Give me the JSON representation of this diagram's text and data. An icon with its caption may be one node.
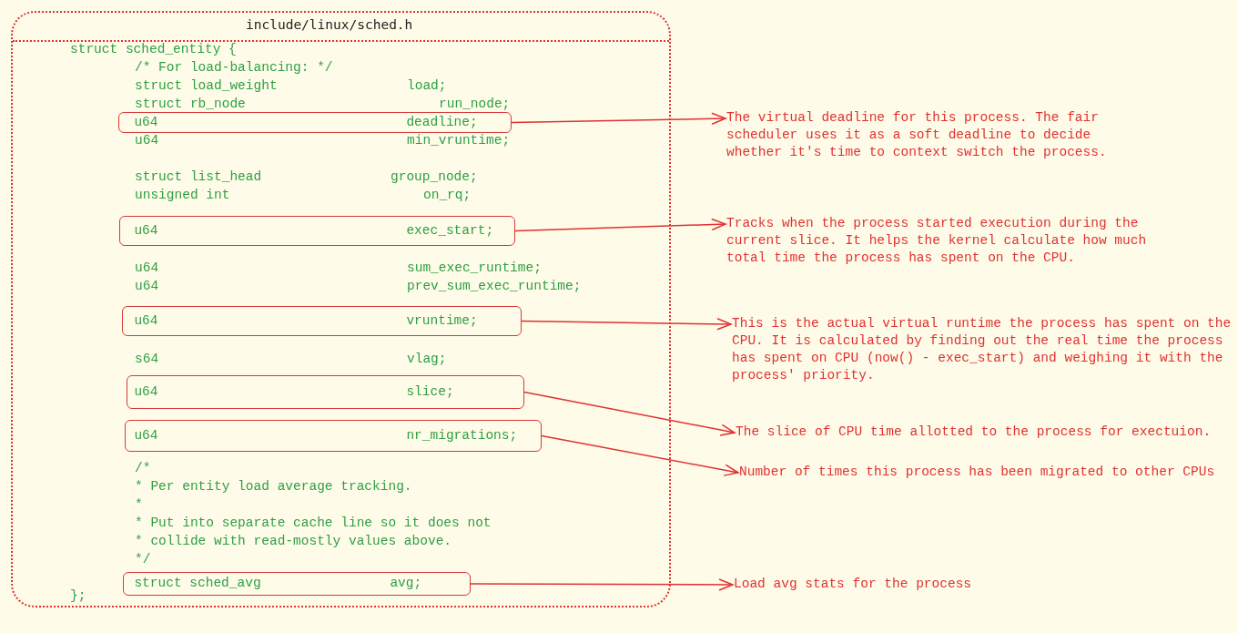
{
  "diagram": {
    "nodes": [
      {
        "text": [
          "include/linux/sched.h"
        ]
      },
      {
        "text": [
          "u64",
          "deadline;"
        ],
        "in": 0
      },
      {
        "text": [
          "u64",
          "exec_start;"
        ],
        "in": 0
      },
      {
        "text": [
          "u64",
          "vruntime;"
        ],
        "in": 0
      },
      {
        "text": [
          "u64",
          "slice;"
        ],
        "in": 0
      },
      {
        "text": [
          "u64",
          "nr_migrations;"
        ],
        "in": 0
      },
      {
        "text": [
          "struct sched_avg",
          "avg;"
        ],
        "in": 0
      },
      {
        "text": [
          "The virtual deadline for this process. The fair scheduler uses it as a soft deadline to decide whether it's time to context switch the process."
        ]
      },
      {
        "text": [
          "Tracks when the process started execution during the current slice. It helps the kernel calculate how much total time the process has spent on the CPU."
        ]
      },
      {
        "text": [
          "This is the actual virtual runtime the process has spent on the CPU. It is calculated by finding out the real time the process has spent on CPU (now() - exec_start) and weighing it with the process' priority."
        ]
      },
      {
        "text": [
          "The slice of CPU time allotted to the process for exectuion."
        ]
      },
      {
        "text": [
          "Number of times this process has been migrated to other CPUs"
        ]
      },
      {
        "text": [
          "Load avg stats for the process"
        ]
      }
    ],
    "edges": [
      {
        "from": 1,
        "to": 7,
        "arrow": "to"
      },
      {
        "from": 2,
        "to": 8,
        "arrow": "to"
      },
      {
        "from": 3,
        "to": 9,
        "arrow": "to"
      },
      {
        "from": 4,
        "to": 10,
        "arrow": "to"
      },
      {
        "from": 5,
        "to": 11,
        "arrow": "to"
      },
      {
        "from": 6,
        "to": 12,
        "arrow": "to"
      }
    ],
    "labels": [
      "struct sched_entity {",
      "/* For load-balancing: */",
      "struct load_weight",
      "load;",
      "struct rb_node",
      "run_node;",
      "u64",
      "min_vruntime;",
      "struct list_head",
      "group_node;",
      "unsigned int",
      "on_rq;",
      "u64",
      "sum_exec_runtime;",
      "u64",
      "prev_sum_exec_runtime;",
      "s64",
      "vlag;",
      "/*",
      "* Per entity load average tracking.",
      "*",
      "* Put into separate cache line so it does not",
      "* collide with read-mostly values above.",
      "*/",
      "};"
    ]
  }
}
